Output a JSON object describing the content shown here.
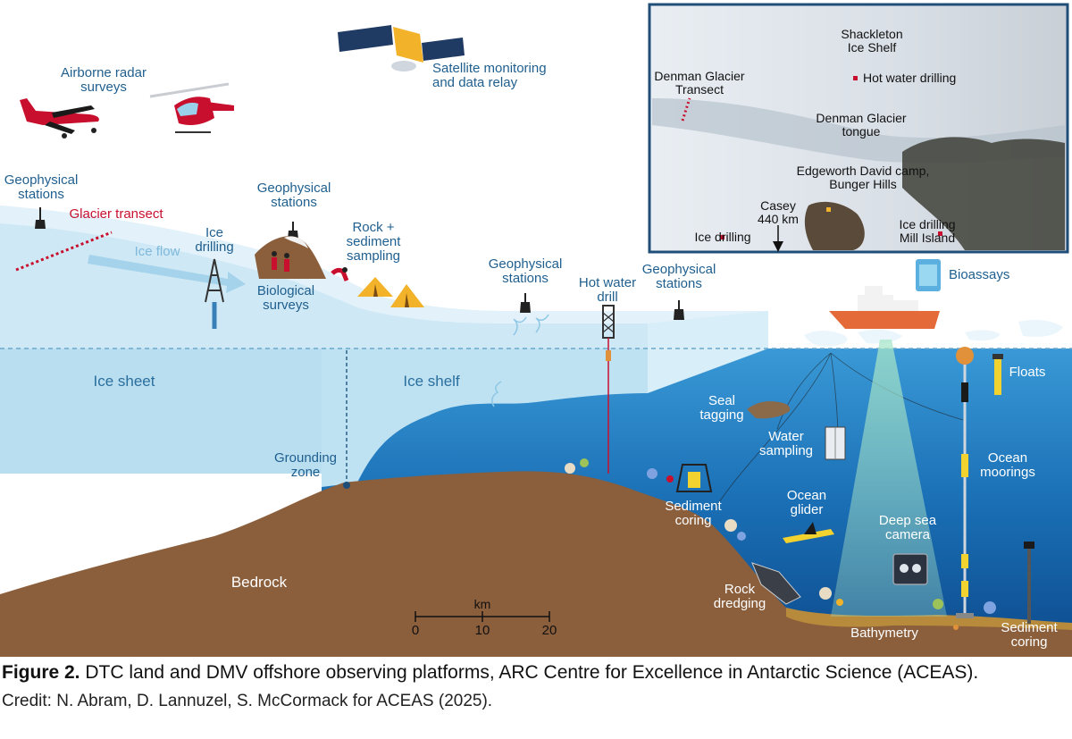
{
  "labels": {
    "airborne": "Airborne radar\nsurveys",
    "satellite": "Satellite monitoring\nand data relay",
    "geo1": "Geophysical\nstations",
    "geo2": "Geophysical\nstations",
    "geo3": "Geophysical\nstations",
    "geo4": "Geophysical\nstations",
    "glacier_transect": "Glacier transect",
    "ice_flow": "Ice flow",
    "ice_drilling": "Ice\ndrilling",
    "rock_sediment": "Rock +\nsediment\nsampling",
    "biological": "Biological\nsurveys",
    "hot_water_drill": "Hot water\ndrill",
    "bioassays": "Bioassays",
    "ice_sheet": "Ice sheet",
    "ice_shelf": "Ice shelf",
    "floats": "Floats",
    "seal_tagging": "Seal\ntagging",
    "water_sampling": "Water\nsampling",
    "ocean_moorings": "Ocean\nmoorings",
    "grounding_zone": "Grounding\nzone",
    "sediment_coring_1": "Sediment\ncoring",
    "ocean_glider": "Ocean\nglider",
    "deep_sea_camera": "Deep sea\ncamera",
    "bedrock": "Bedrock",
    "rock_dredging": "Rock\ndredging",
    "bathymetry": "Bathymetry",
    "sediment_coring_2": "Sediment\ncoring"
  },
  "scale": {
    "unit": "km",
    "ticks": [
      "0",
      "10",
      "20"
    ]
  },
  "inset": {
    "shackleton": "Shackleton\nIce Shelf",
    "hot_water_drilling": "Hot water drilling",
    "denman_transect": "Denman Glacier\nTransect",
    "denman_tongue": "Denman Glacier\ntongue",
    "edgeworth": "Edgeworth David camp,\nBunger Hills",
    "casey": "Casey\n440 km",
    "ice_drilling_left": "Ice drilling",
    "ice_drilling_mill": "Ice drilling\nMill Island"
  },
  "caption": {
    "figure_label": "Figure 2.",
    "figure_text": " DTC land and DMV offshore observing platforms, ARC Centre for Excellence in Antarctic Science (ACEAS).",
    "credit": "Credit: N. Abram, D. Lannuzel, S. McCormack for ACEAS (2025)."
  },
  "colors": {
    "ice_surface": "#d7ecf6",
    "ice_shelf": "#c9e6f4",
    "ocean_top": "#2f8fd0",
    "ocean_deep": "#0f4d90",
    "bedrock": "#8b5e3c",
    "accent_red": "#c8102e",
    "label_blue": "#1f5f8f"
  }
}
